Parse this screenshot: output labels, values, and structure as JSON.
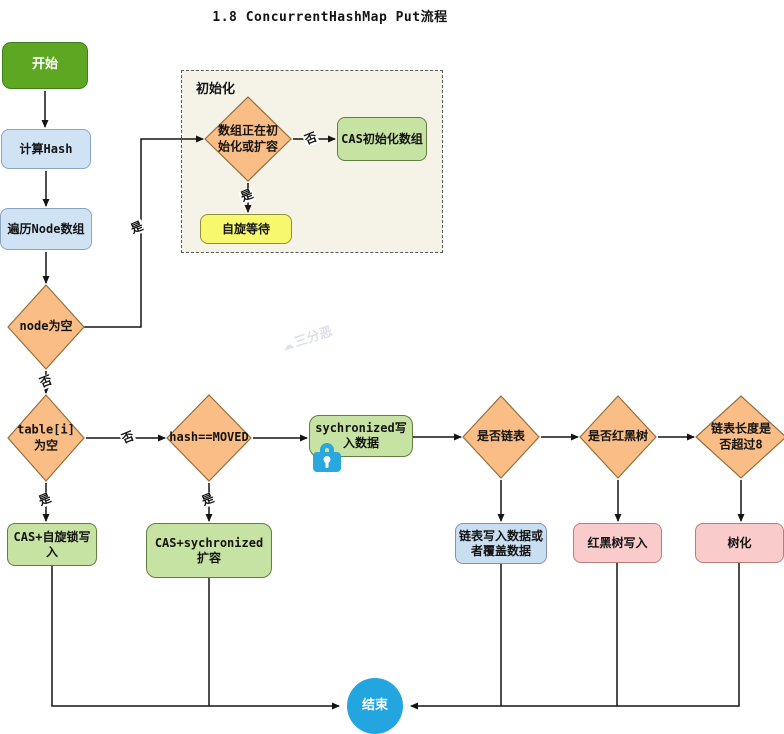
{
  "title": "1.8 ConcurrentHashMap Put流程",
  "watermark": "三分恶",
  "nodes": {
    "start": {
      "label": "开始"
    },
    "calc_hash": {
      "label": "计算Hash"
    },
    "traverse_node": {
      "label": "遍历Node数组"
    },
    "node_empty": {
      "label": "node为空"
    },
    "init_group": {
      "label": "初始化"
    },
    "init_check": {
      "label": "数组正在初始化或扩容"
    },
    "cas_init": {
      "label": "CAS初始化数组"
    },
    "spin_wait": {
      "label": "自旋等待"
    },
    "table_empty": {
      "label": "table[i]为空"
    },
    "hash_moved": {
      "label": "hash==MOVED"
    },
    "sync_write": {
      "label": "sychronized写入数据"
    },
    "is_list": {
      "label": "是否链表"
    },
    "is_rbtree": {
      "label": "是否红黑树"
    },
    "list_len": {
      "label": "链表长度是否超过8"
    },
    "cas_spin_write": {
      "label": "CAS+自旋锁写入"
    },
    "cas_sync_expand": {
      "label": "CAS+sychronized扩容"
    },
    "list_write": {
      "label": "链表写入数据或者覆盖数据"
    },
    "rbtree_write": {
      "label": "红黑树写入"
    },
    "treeify": {
      "label": "树化"
    },
    "end": {
      "label": "结束"
    }
  },
  "edge_labels": {
    "node_empty_to_init": "是",
    "init_check_no": "否",
    "init_check_yes": "是",
    "node_empty_no": "否",
    "table_empty_no": "否",
    "table_empty_yes": "是",
    "hash_moved_yes": "是"
  },
  "colors": {
    "diamond_fill": "#f9bd85",
    "diamond_stroke": "#936f3e",
    "start_fill": "#5ea722",
    "start_stroke": "#3f7d18",
    "blue_fill": "#cfe3f5",
    "blue_stroke": "#8aa5bf",
    "green_fill": "#c7e3a3",
    "green_stroke": "#647c41",
    "yellow_fill": "#f7f86d",
    "yellow_stroke": "#8f913a",
    "pink_fill": "#f9cbca",
    "pink_stroke": "#b97e7c",
    "result_blue_fill": "#c9def1",
    "result_blue_stroke": "#7d96ad",
    "end_fill": "#23a5df",
    "group_fill": "#f5f3e7",
    "group_stroke": "#5b5b5b",
    "line_color": "#141414",
    "lock_blue": "#2aa7dd",
    "text_color": "#141414",
    "watermark_color": "#dde1ea"
  }
}
